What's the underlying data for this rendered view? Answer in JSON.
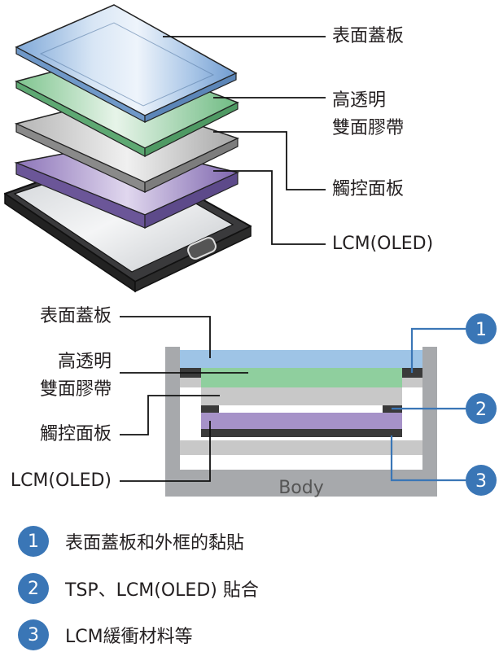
{
  "exploded_view": {
    "labels": [
      "表面蓋板",
      "高透明\n雙面膠帶",
      "觸控面板",
      "LCM(OLED)"
    ]
  },
  "cross_section": {
    "labels": [
      "表面蓋板",
      "高透明\n雙面膠帶",
      "觸控面板",
      "LCM(OLED)"
    ],
    "body_label": "Body",
    "badges": [
      "1",
      "2",
      "3"
    ]
  },
  "legend": [
    {
      "num": "1",
      "text": "表面蓋板和外框的黏貼"
    },
    {
      "num": "2",
      "text": "TSP、LCM(OLED) 貼合"
    },
    {
      "num": "3",
      "text": "LCM緩衝材料等"
    }
  ],
  "colors": {
    "cover": "#9ec4e6",
    "oca": "#8fcf9e",
    "touch": "#cccccc",
    "lcm": "#a692c8",
    "accent": "#3a76b6",
    "frame": "#a7a9ac"
  }
}
